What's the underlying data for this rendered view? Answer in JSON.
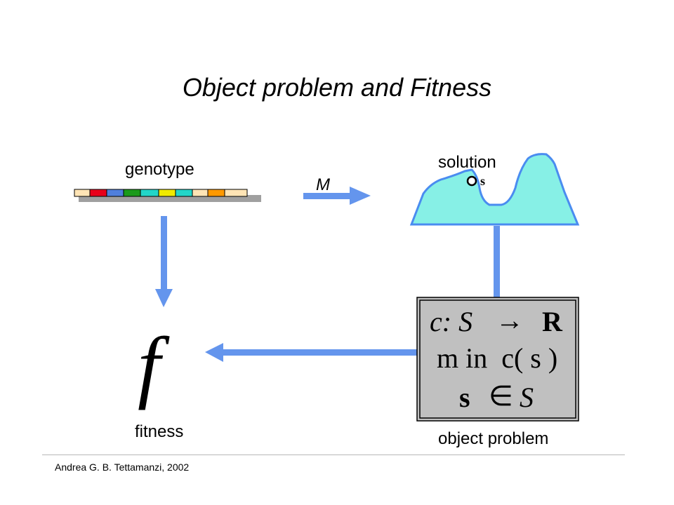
{
  "title": "Object problem and Fitness",
  "labels": {
    "genotype": "genotype",
    "mapping": "M",
    "solution": "solution",
    "solution_point": "s",
    "fitness_symbol": "f",
    "fitness": "fitness",
    "object_problem": "object problem"
  },
  "formula": {
    "line1_left": "c: S",
    "line1_arrow": "→",
    "line1_right": "R",
    "line2": "m in  c( s )",
    "line3_left": "s",
    "line3_in": "∈",
    "line3_right": "S"
  },
  "footer": "Andrea G. B. Tettamanzi, 2002",
  "colors": {
    "arrow": "#6495ed",
    "landscape_fill": "#87f0e6",
    "landscape_stroke": "#4a8cf0",
    "box_fill": "#c0c0c0",
    "gene_colors": [
      "#ffe4b5",
      "#e8001a",
      "#4f7fdc",
      "#1a9a1a",
      "#22d6c8",
      "#f0ea00",
      "#22d6c8",
      "#ffe4b5",
      "#ff9900",
      "#ffe4b5"
    ]
  }
}
